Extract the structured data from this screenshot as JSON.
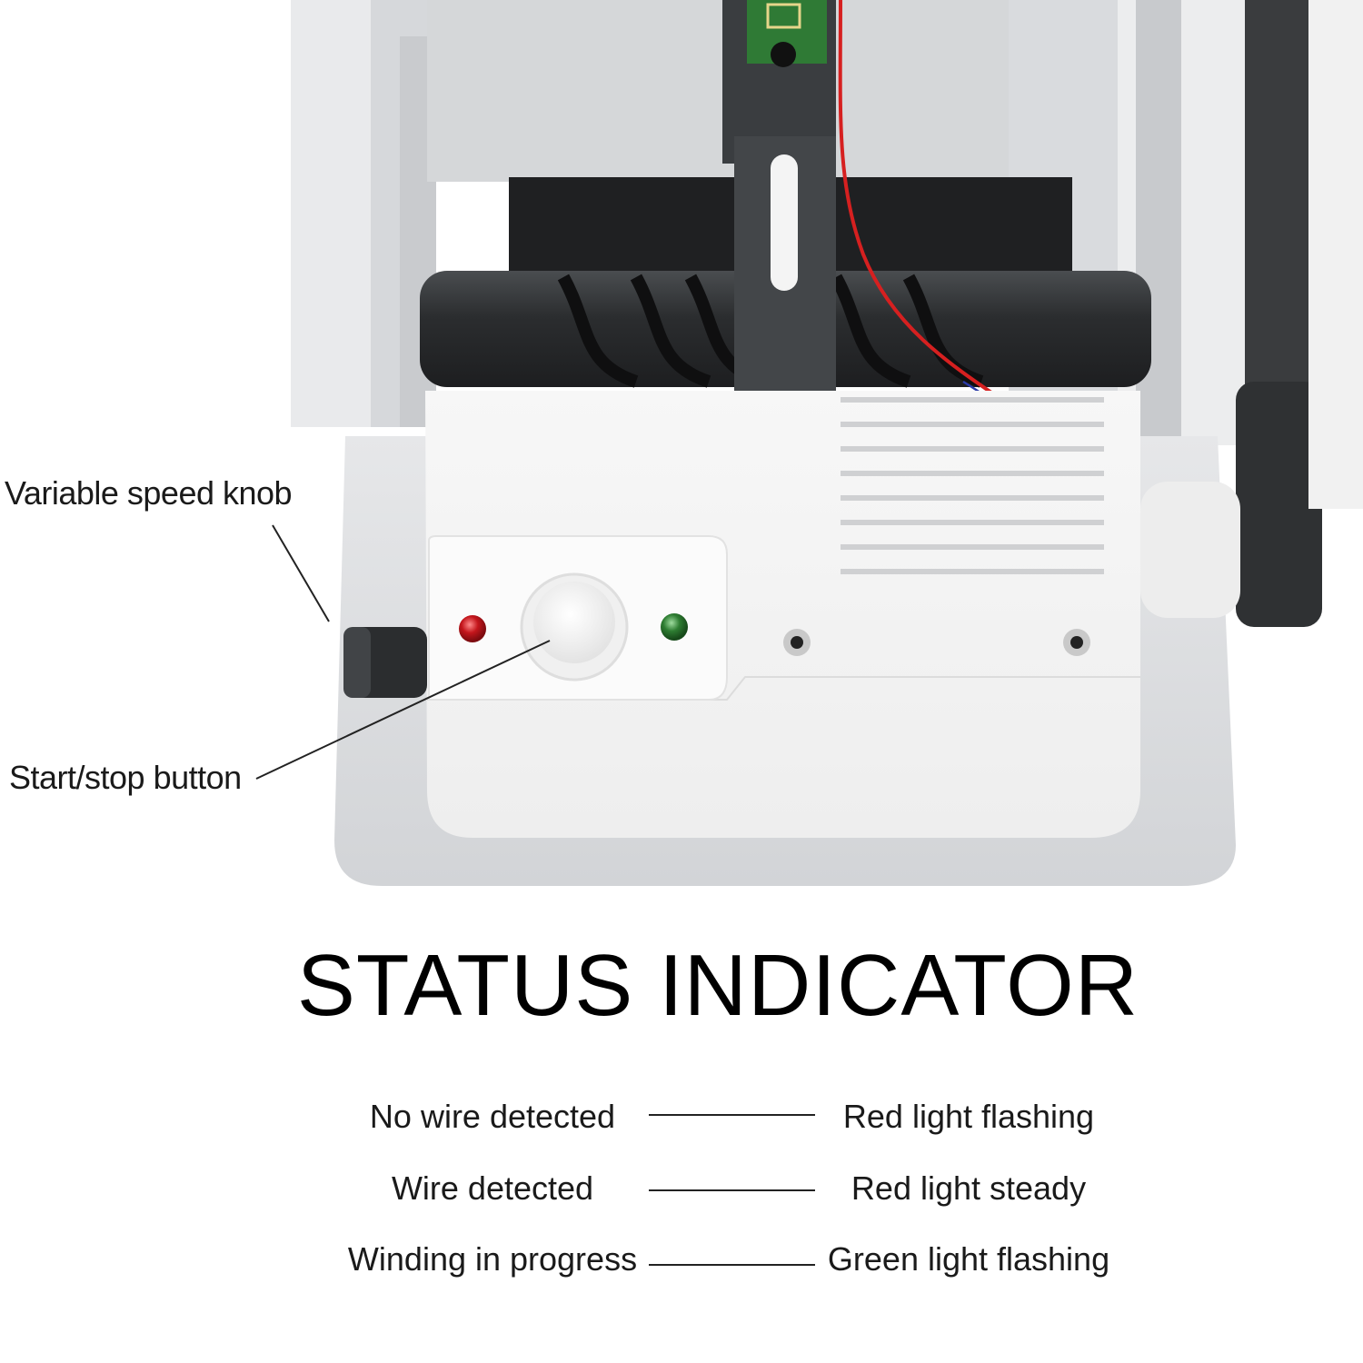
{
  "callouts": {
    "speed_knob": "Variable speed knob",
    "start_stop": "Start/stop button"
  },
  "heading": "STATUS INDICATOR",
  "status_table": [
    {
      "condition": "No wire detected",
      "indication": "Red light flashing"
    },
    {
      "condition": "Wire detected",
      "indication": "Red light steady"
    },
    {
      "condition": "Winding in progress",
      "indication": "Green light flashing"
    }
  ],
  "colors": {
    "red_led": "#c4161c",
    "green_led": "#2e7d32",
    "body": "#f4f4f4",
    "dark_part": "#3a3d40"
  }
}
